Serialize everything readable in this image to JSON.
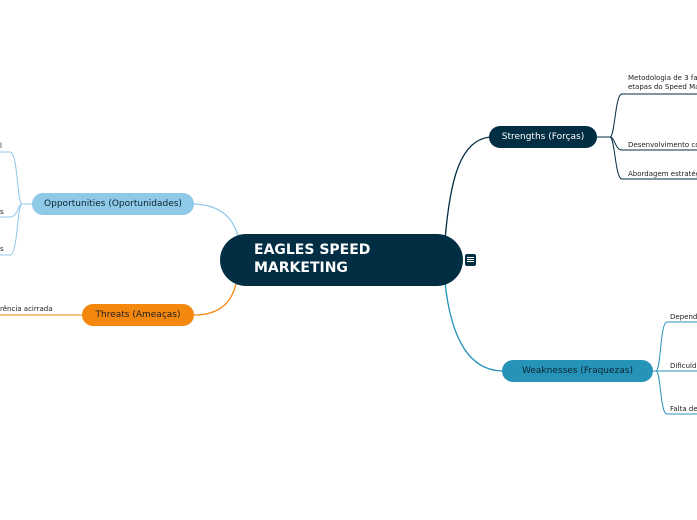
{
  "central": {
    "line1": "EAGLES SPEED",
    "line2": "MARKETING"
  },
  "branches": {
    "strengths": {
      "label": "Strengths (Forças)",
      "color": "#022e44",
      "leaves": [
        "Metodologia de 3 fa",
        "etapas do Speed Ma",
        "Desenvolvimento co",
        "Abordagem estratég"
      ]
    },
    "weaknesses": {
      "label": "Weaknesses (Fraquezas)",
      "color": "#2694b8",
      "leaves": [
        "Depende",
        "Dificuld",
        "Falta de"
      ]
    },
    "opportunities": {
      "label": "Opportunities (Oportunidades)",
      "color": "#8ec9e8",
      "leaves": [
        "l",
        "s",
        "s"
      ]
    },
    "threats": {
      "label": "Threats (Ameaças)",
      "color": "#f4870d",
      "leaves": [
        "rência acirrada"
      ]
    }
  }
}
